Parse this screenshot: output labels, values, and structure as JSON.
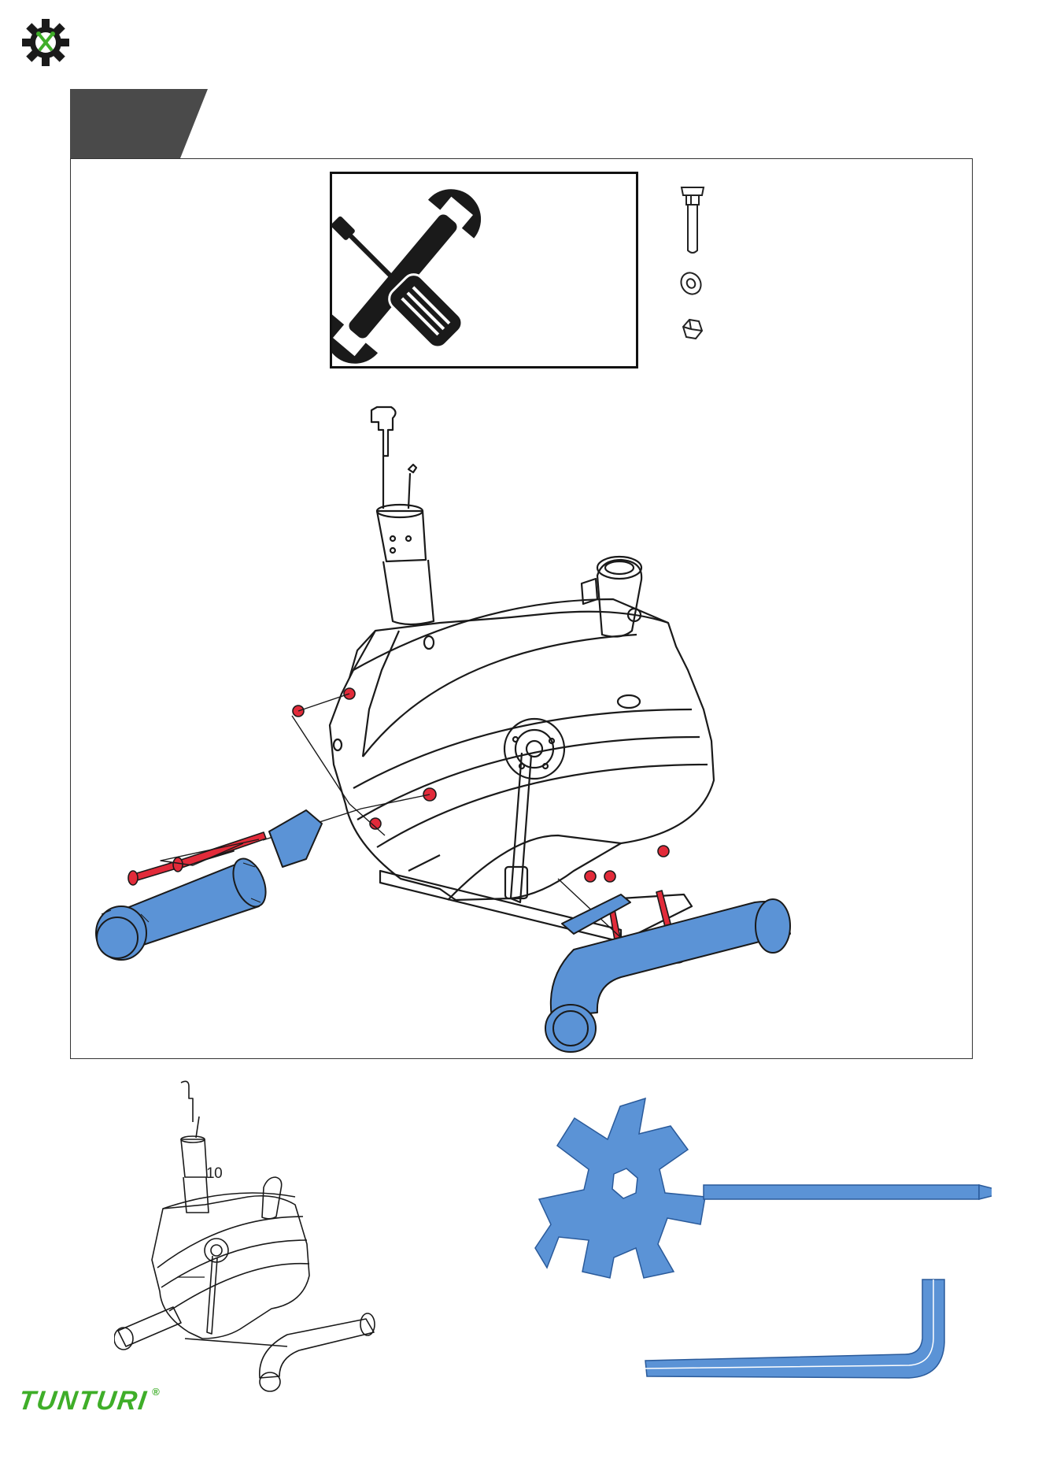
{
  "brand": {
    "name": "TUNTURI",
    "trademark": "®"
  },
  "step": {
    "tab_label": ""
  },
  "mini_diagram": {
    "part_number": "10"
  },
  "colors": {
    "part_highlight": "#5b93d6",
    "fastener_red": "#e22b3a",
    "brand_green": "#3fae29",
    "tab_dark": "#4a4a4a"
  },
  "icons": [
    "gear-tools-logo",
    "wrench-screwdriver-icon",
    "bolt-icon",
    "washer-icon",
    "nut-icon"
  ]
}
